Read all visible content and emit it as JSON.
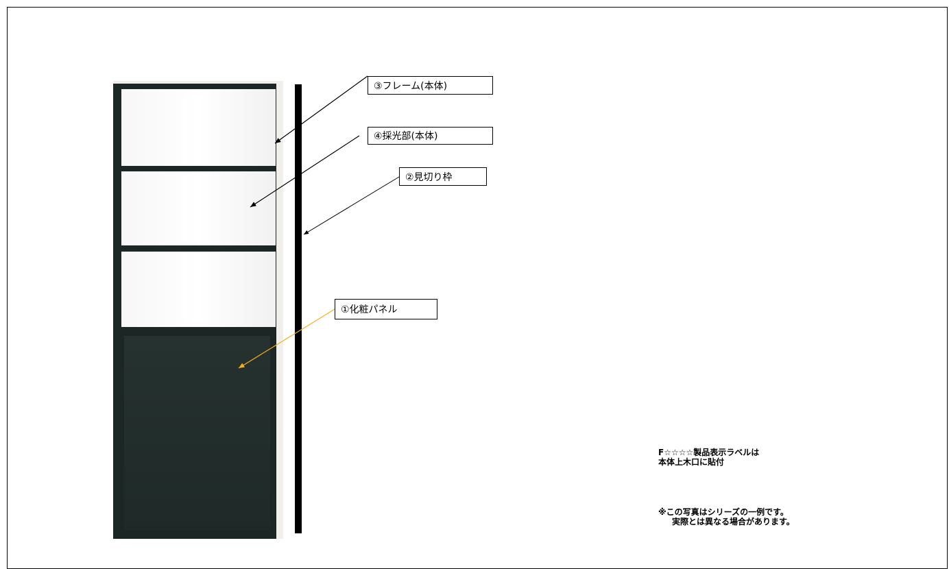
{
  "labels": {
    "frame": "③フレーム(本体)",
    "lighting": "④採光部(本体)",
    "mikiri": "②見切り枠",
    "panel": "①化粧パネル"
  },
  "notes": {
    "label_line1": "F☆☆☆☆製品表示ラベルは",
    "label_line2": "本体上木口に貼付",
    "photo_line1": "※この写真はシリーズの一例です。",
    "photo_line2": "実際とは異なる場合があります。"
  },
  "colors": {
    "door_body": "#1c2624",
    "arrow_default": "#000000",
    "arrow_panel": "#f2b01e"
  }
}
